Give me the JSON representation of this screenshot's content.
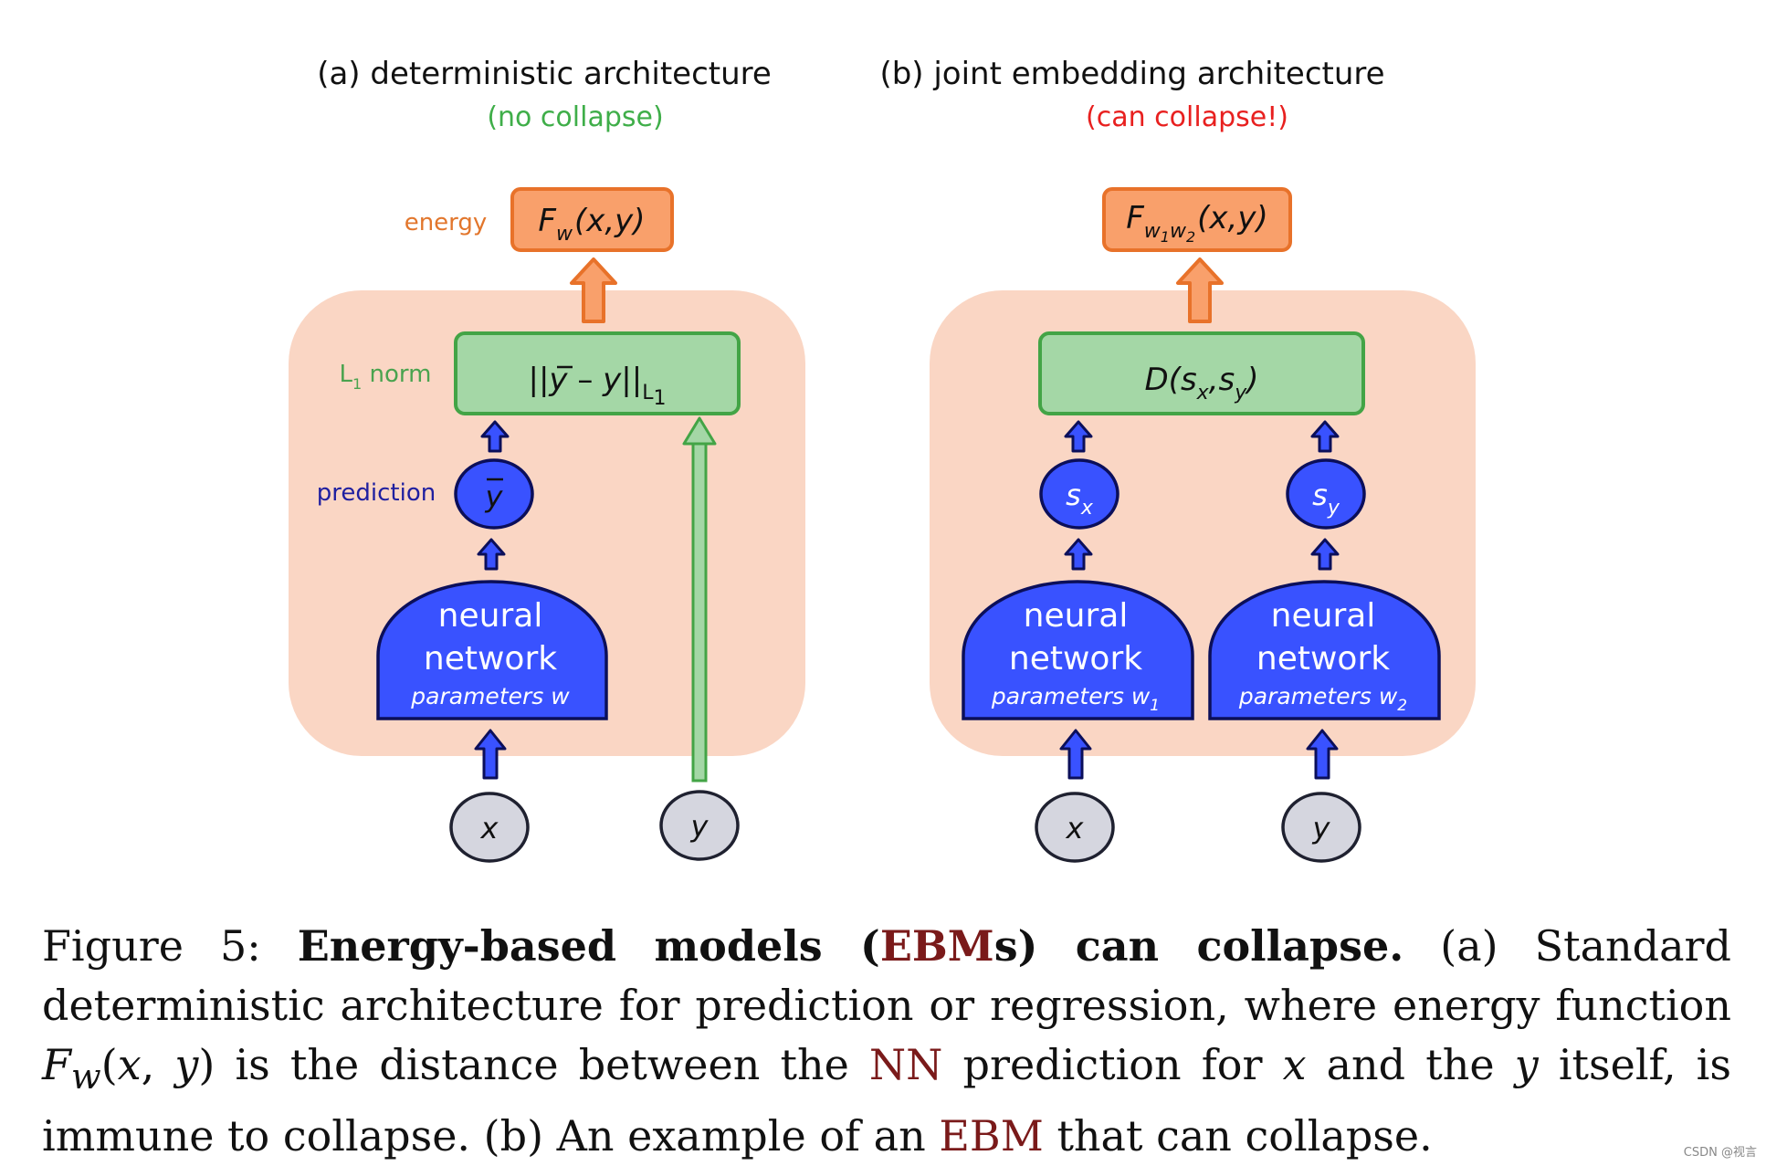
{
  "panel_a": {
    "title": "(a)  deterministic architecture",
    "subtitle": "(no collapse)",
    "energy_label": "energy",
    "energy_box": {
      "F": "F",
      "w": "w",
      "args": "(x,y)"
    },
    "norm_label": {
      "L": "L",
      "sub": "1",
      "rest": " norm"
    },
    "norm_box": {
      "open": "||",
      "ybar": "y",
      "minus": " – ",
      "y": "y",
      "close": "||",
      "sub": "L",
      "subsub": "1"
    },
    "prediction_label": "prediction",
    "ybar_node": "y",
    "network": {
      "line1": "neural",
      "line2": "network",
      "params": "parameters w"
    },
    "input_x": "x",
    "input_y": "y"
  },
  "panel_b": {
    "title": "(b) joint embedding architecture",
    "subtitle": "(can collapse!)",
    "energy_box": {
      "F": "F",
      "w1": "w",
      "s1": "1",
      "w2": "w",
      "s2": "2",
      "args": "(x,y)"
    },
    "dist_box": {
      "D": "D(",
      "sx": "s",
      "sxs": "x",
      "comma": ",",
      "sy": "s",
      "sys": "y",
      "close": ")"
    },
    "sx_node": {
      "s": "s",
      "sub": "x"
    },
    "sy_node": {
      "s": "s",
      "sub": "y"
    },
    "network_left": {
      "line1": "neural",
      "line2": "network",
      "params": "parameters w",
      "sub": "1"
    },
    "network_right": {
      "line1": "neural",
      "line2": "network",
      "params": "parameters w",
      "sub": "2"
    },
    "input_x": "x",
    "input_y": "y"
  },
  "caption": {
    "fig": "Figure 5: ",
    "bold1": "Energy-based models (",
    "ebm1": "EBM",
    "bold2": "s) can collapse.",
    "t1": " (a) Standard deterministic architecture for prediction or regression, where energy function ",
    "F": "F",
    "w": "w",
    "t2": "(",
    "x1": "x",
    "t3": ", ",
    "y1": "y",
    "t4": ") is the distance between the ",
    "nn": "NN",
    "t5": " prediction for ",
    "x2": "x",
    "t6": " and the ",
    "y2": "y",
    "t7": " itself, is immune to collapse. (b) An example of an ",
    "ebm2": "EBM",
    "t8": " that can collapse."
  },
  "watermark": "CSDN @视言",
  "colors": {
    "panel_bg": "#fad6c4",
    "energy_fill": "#f9a06b",
    "energy_stroke": "#e8722a",
    "norm_fill": "#a4d7a6",
    "norm_stroke": "#43a446",
    "blue_fill": "#3952ff",
    "blue_stroke": "#0b0f5a",
    "input_fill": "#d5d6df",
    "input_stroke": "#1f2130",
    "caption_acronym": "#7a1a1a"
  }
}
